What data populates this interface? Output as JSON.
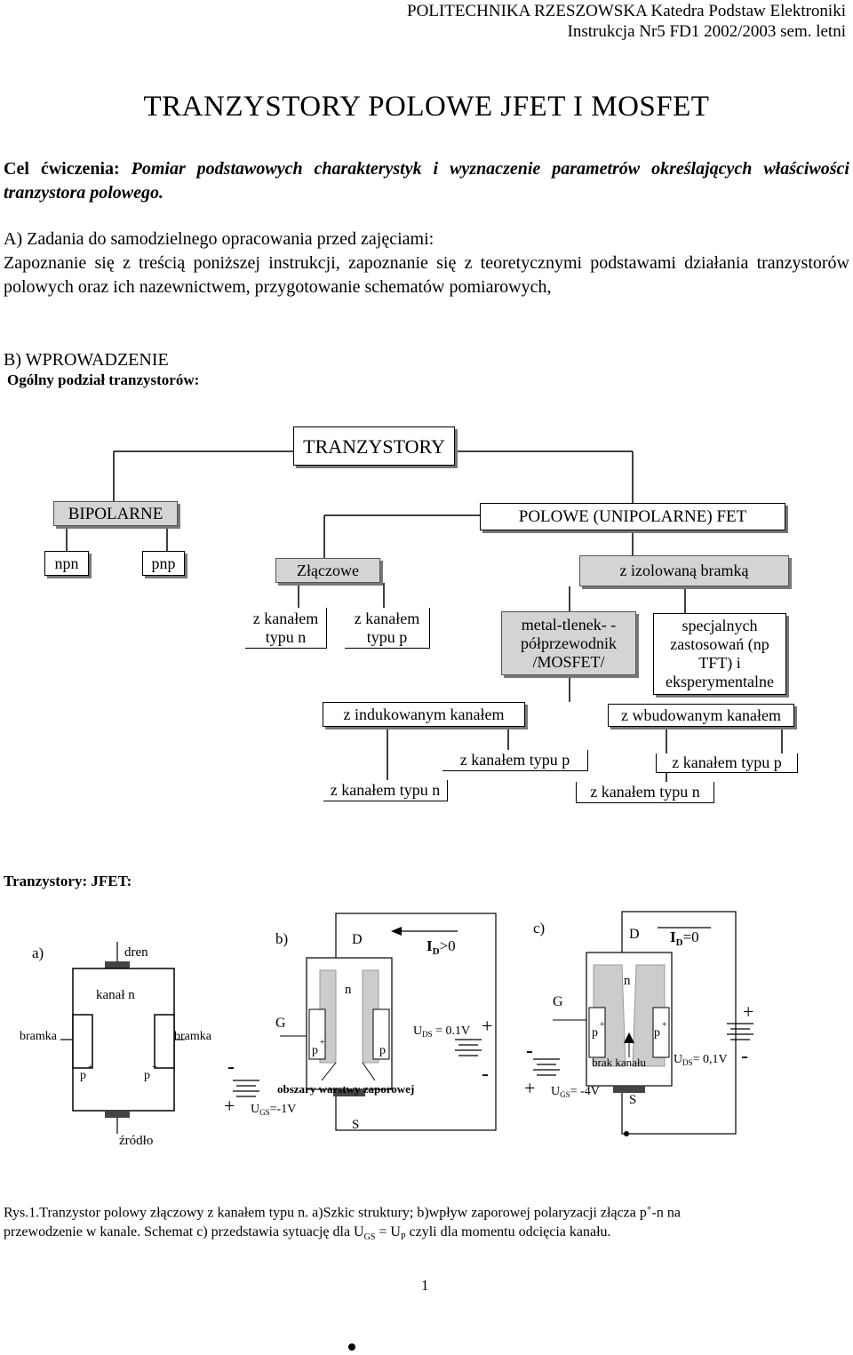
{
  "header": {
    "line1": "POLITECHNIKA RZESZOWSKA  Katedra Podstaw Elektroniki",
    "line2": "Instrukcja  Nr5      FD1  2002/2003 sem. letni"
  },
  "title": "TRANZYSTORY POLOWE  JFET  I  MOSFET",
  "goal": {
    "label": "Cel ćwiczenia:",
    "text": "Pomiar podstawowych charakterystyk i wyznaczenie parametrów określających właściwości tranzystora polowego."
  },
  "sectionA": {
    "heading": "A) Zadania do samodzielnego opracowania przed zajęciami:",
    "text": "Zapoznanie się z treścią poniższej instrukcji, zapoznanie się z teoretycznymi podstawami działania tranzystorów polowych oraz ich nazewnictwem, przygotowanie schematów pomiarowych,"
  },
  "sectionB": {
    "heading": "B) WPROWADZENIE",
    "subheading": "Ogólny podział tranzystorów:"
  },
  "tree": {
    "root": "TRANZYSTORY",
    "bipolar": "BIPOLARNE",
    "fet": "POLOWE  (UNIPOLARNE) FET",
    "npn": "npn",
    "pnp": "pnp",
    "junction": "Złączowe",
    "insulated": "z izolowaną  bramką",
    "channel_n": "z kanałem typu n",
    "channel_p": "z kanałem typu p",
    "mosfet": "metal-tlenek- -półprzewodnik /MOSFET/",
    "special": "specjalnych zastosowań (np TFT) i eksperymentalne",
    "induced": "z indukowanym kanałem",
    "built_in": "z wbudowanym kanałem",
    "ind_p": "z kanałem typu p",
    "ind_n": "z kanałem typu n",
    "bi_p": "z kanałem typu p",
    "bi_n": "z kanałem typu n"
  },
  "jfet_heading": "Tranzystory: JFET:",
  "figA": {
    "label": "a)",
    "dren": "dren",
    "kanal": "kanał n",
    "bramka_l": "bramka",
    "bramka_r": "bramka",
    "p1": "p",
    "p2": "p",
    "zrodlo": "źródło"
  },
  "figB": {
    "label": "b)",
    "D": "D",
    "G": "G",
    "S": "S",
    "n": "n",
    "ID": "I",
    "ID_sub": "D",
    "ID_val": ">0",
    "p1": "p",
    "p2": "p",
    "uds": "U",
    "uds_sub": "DS",
    "uds_val": " = 0.1V",
    "ugs": "U",
    "ugs_sub": "GS",
    "ugs_val": "=-1V",
    "zone": "obszary warstwy zaporowej",
    "plus1": "+",
    "minus1": "-",
    "plus2": "+",
    "minus2": "-"
  },
  "figC": {
    "label": "c)",
    "D": "D",
    "G": "G",
    "S": "S",
    "n": "n",
    "ID": "I",
    "ID_sub": "D",
    "ID_val": "=0",
    "p1": "p",
    "p2": "p",
    "brak": "brak kanału",
    "uds": "U",
    "uds_sub": "DS",
    "uds_val": "= 0,1V",
    "ugs": "U",
    "ugs_sub": "GS",
    "ugs_val": "= -4V",
    "plus1": "+",
    "minus1": "-",
    "plus2": "+",
    "minus2": "-"
  },
  "caption": {
    "l1a": "Rys.1.Tranzystor polowy złączowy z kanałem typu n. a)Szkic struktury; b)wpływ zaporowej polaryzacji  złącza p",
    "l1sup": "+",
    "l1b": "-n na",
    "l2a": "przewodzenie w kanale. Schemat c) przedstawia sytuację dla U",
    "l2sub1": "GS",
    "l2b": " = U",
    "l2sub2": "P",
    "l2c": "  czyli dla momentu odcięcia kanału."
  },
  "page_number": "1"
}
